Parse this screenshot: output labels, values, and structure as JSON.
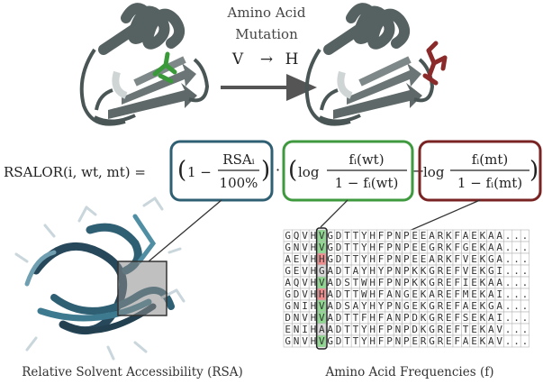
{
  "top": {
    "mutation_title_line1": "Amino Acid",
    "mutation_title_line2": "Mutation",
    "mutation_from": "V",
    "mutation_arrow": "→",
    "mutation_to": "H"
  },
  "formula": {
    "lhs": "RSALOR(i, wt, mt) =",
    "rsa_one": "1 −",
    "rsa_num": "RSAᵢ",
    "rsa_den": "100%",
    "dot": "·",
    "log_wt_prefix": "log",
    "log_wt_num": "fᵢ(wt)",
    "log_wt_den": "1 − fᵢ(wt)",
    "minus": "−",
    "log_mt_prefix": "log",
    "log_mt_num": "fᵢ(mt)",
    "log_mt_den": "1 − fᵢ(mt)",
    "colors": {
      "rsa": "#2f5f73",
      "wt": "#3f9a3f",
      "mt": "#7a2323"
    }
  },
  "msa": {
    "sequences": [
      "GQVHVGDTTYHFPNPEEARKFAEKAA...",
      "GNVHVGDTTYHFPNPEEGRKFGEKAA...",
      "AEVHHGDTTYHFPNPEEARKFVEKGA...",
      "GEVHGADTAYHYPNPKKGREFVEKGI...",
      "AQVHVADSTWHFPNPKKGREFIEKAA...",
      "GDVHHADTTWHFANGEKAREFMEKAI...",
      "GNIHVADSAYHYPNGEKGREFAEKGA...",
      "DNVHVADTTFHFANPDKGREFSEKAI...",
      "ENIHAADTTYHFPNPDKGREFTEKAV...",
      "GNVHVGDTTYHFPNPERGREFAEKAV..."
    ],
    "highlight_column": 4,
    "mutant_residue": "H",
    "wildtype_residue": "V",
    "colors": {
      "wt_cell": "#8fd88f",
      "mt_cell": "#ef8d8d",
      "other_cell": "#d9d9d9"
    }
  },
  "captions": {
    "rsa": "Relative Solvent Accessibility (RSA)",
    "freq": "Amino Acid Frequencies (f)"
  }
}
